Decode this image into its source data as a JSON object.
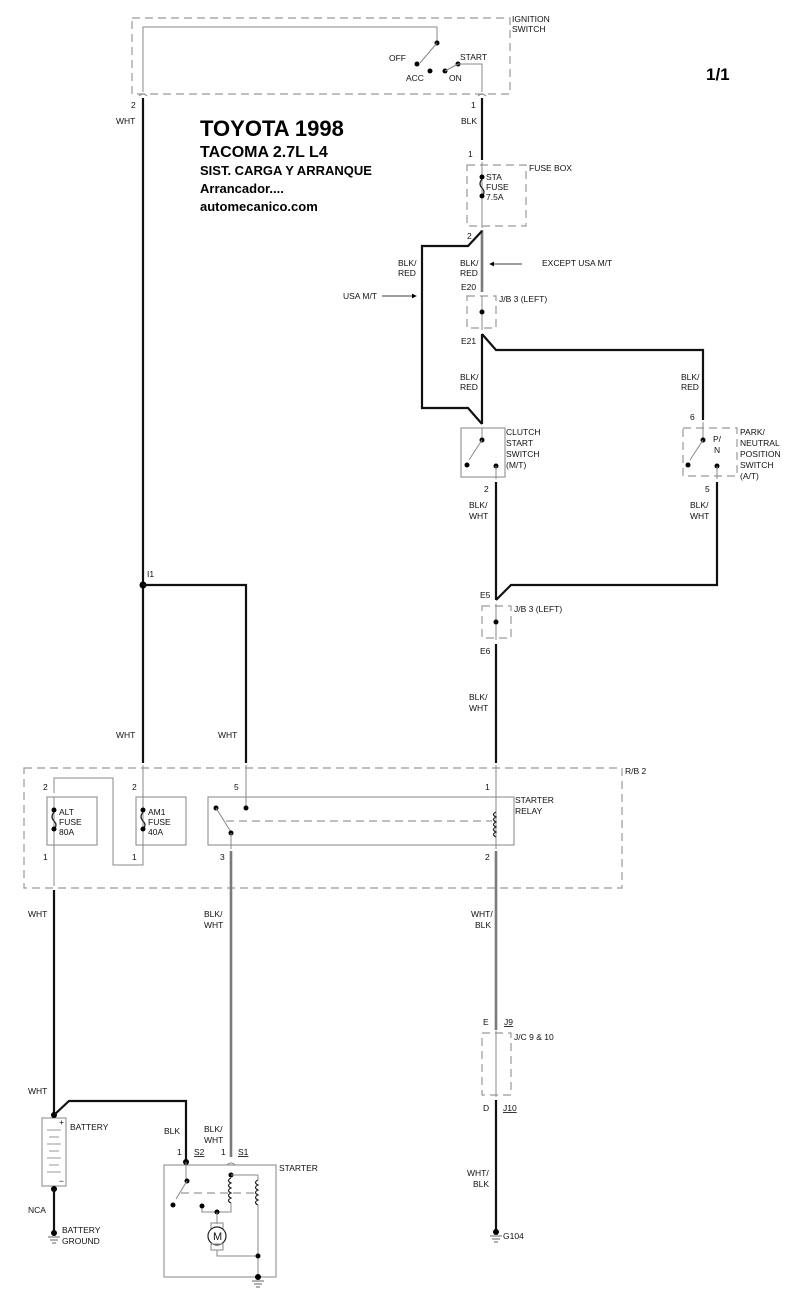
{
  "page_indicator": "1/1",
  "title": {
    "line1": "TOYOTA  1998",
    "line2": "TACOMA    2.7L  L4",
    "line3": "SIST. CARGA Y ARRANQUE",
    "line4": "Arrancador....",
    "line5": "automecanico.com"
  },
  "components": {
    "ignition_switch": {
      "name_l1": "IGNITION",
      "name_l2": "SWITCH",
      "pos_off": "OFF",
      "pos_acc": "ACC",
      "pos_on": "ON",
      "pos_start": "START",
      "pin_left": "2",
      "pin_right": "1"
    },
    "fuse_box": {
      "name": "FUSE BOX",
      "fuse_l1": "STA",
      "fuse_l2": "FUSE",
      "fuse_l3": "7.5A",
      "pin_top": "1",
      "pin_bottom": "2"
    },
    "jb3_upper": {
      "name": "J/B 3 (LEFT)",
      "pin_top": "E20",
      "pin_bottom": "E21"
    },
    "clutch_switch": {
      "name_l1": "CLUTCH",
      "name_l2": "START",
      "name_l3": "SWITCH",
      "name_l4": "(M/T)",
      "pin_bottom": "2"
    },
    "pn_switch": {
      "name_l1": "PARK/",
      "name_l2": "NEUTRAL",
      "name_l3": "POSITION",
      "name_l4": "SWITCH",
      "name_l5": "(A/T)",
      "inner_l1": "P/",
      "inner_l2": "N",
      "pin_top": "6",
      "pin_bottom": "5"
    },
    "jb3_lower": {
      "name": "J/B 3 (LEFT)",
      "pin_top": "E5",
      "pin_bottom": "E6"
    },
    "splice_i1": "I1",
    "rb2": {
      "name": "R/B 2"
    },
    "alt_fuse": {
      "l1": "ALT",
      "l2": "FUSE",
      "l3": "80A",
      "pin_top": "2",
      "pin_bottom": "1"
    },
    "am1_fuse": {
      "l1": "AM1",
      "l2": "FUSE",
      "l3": "40A",
      "pin_top": "2",
      "pin_bottom": "1"
    },
    "starter_relay": {
      "name_l1": "STARTER",
      "name_l2": "RELAY",
      "pin_5": "5",
      "pin_3": "3",
      "pin_1": "1",
      "pin_2": "2"
    },
    "jc": {
      "name": "J/C 9 & 10",
      "pin_top": "E",
      "conn_top": "J9",
      "pin_bottom": "D",
      "conn_bottom": "J10"
    },
    "battery": {
      "name": "BATTERY",
      "plus": "+",
      "minus": "−"
    },
    "battery_ground": {
      "l1": "BATTERY",
      "l2": "GROUND"
    },
    "starter": {
      "name": "STARTER",
      "pin_s2": "1",
      "conn_s2": "S2",
      "pin_s1": "1",
      "conn_s1": "S1",
      "motor": "M"
    },
    "ground_g104": "G104"
  },
  "wire_labels": {
    "wht_top": "WHT",
    "blk_top": "BLK",
    "blkred_l1": "BLK/",
    "blkred_l2": "RED",
    "blkwht_l1": "BLK/",
    "blkwht_l2": "WHT",
    "whtblk_l1": "WHT/",
    "whtblk_l2": "BLK",
    "wht": "WHT",
    "blk": "BLK",
    "nca": "NCA"
  },
  "annotations": {
    "except_usa_mt": "EXCEPT USA M/T",
    "usa_mt": "USA M/T"
  }
}
